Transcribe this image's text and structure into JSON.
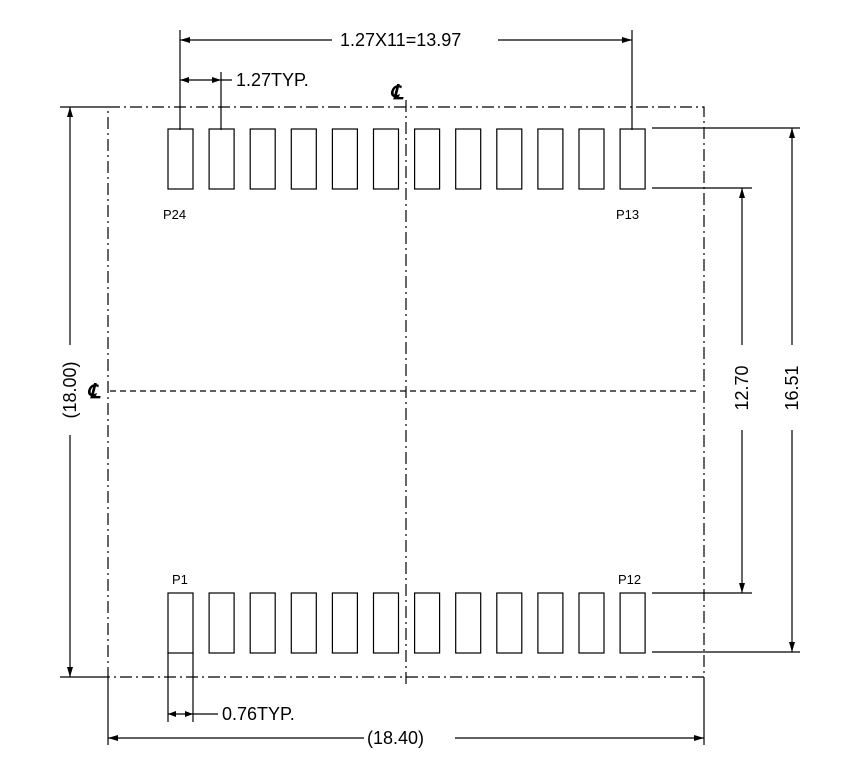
{
  "pad_count_per_row": 12,
  "pin_labels": {
    "top_left": "P24",
    "top_right": "P13",
    "bottom_left": "P1",
    "bottom_right": "P12"
  },
  "dimensions": {
    "top_span": "1.27X11=13.97",
    "pitch": "1.27TYP.",
    "pad_width": "0.76TYP.",
    "overall_width": "(18.40)",
    "overall_height": "(18.00)",
    "inner_vertical": "12.70",
    "outer_vertical": "16.51"
  },
  "centerline_symbol": "℄"
}
